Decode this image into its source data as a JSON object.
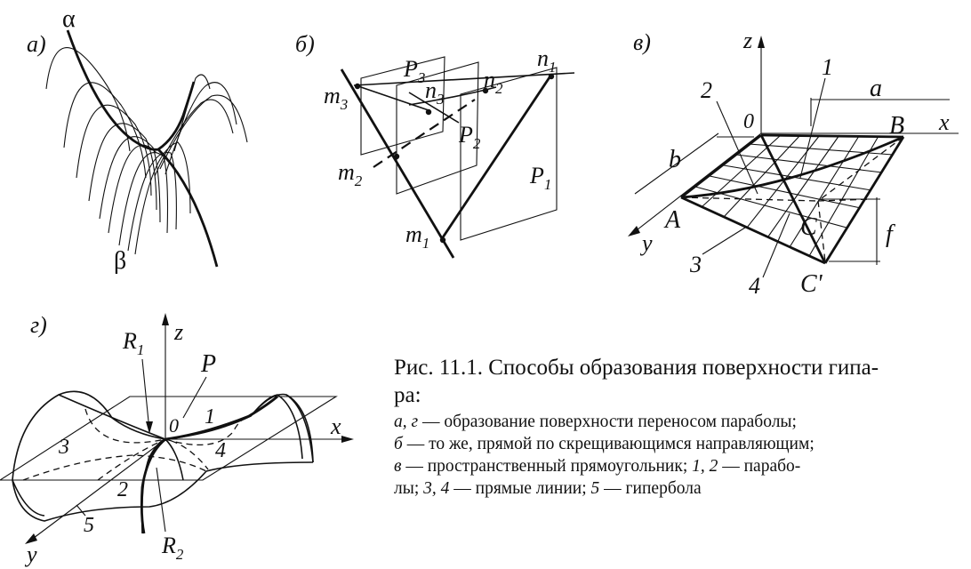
{
  "panels": {
    "a": {
      "label": "а)",
      "curve_alpha": "α",
      "curve_beta": "β"
    },
    "b": {
      "label": "б)",
      "m": "m",
      "n": "n",
      "P": "P",
      "sub1": "1",
      "sub2": "2",
      "sub3": "3"
    },
    "v": {
      "label": "в)",
      "z": "z",
      "x": "x",
      "y": "y",
      "zero": "0",
      "a": "a",
      "b": "b",
      "f": "f",
      "A": "A",
      "B": "B",
      "C": "C",
      "C_prime": "C'",
      "l1": "1",
      "l2": "2",
      "l3": "3",
      "l4": "4"
    },
    "g": {
      "label": "г)",
      "z": "z",
      "x": "x",
      "y": "y",
      "zero": "0",
      "P": "P",
      "R": "R",
      "sub1": "1",
      "sub2": "2",
      "l1": "1",
      "l2": "2",
      "l3": "3",
      "l4": "4",
      "l5": "5"
    }
  },
  "caption": {
    "title_line1": "Рис. 11.1. Способы образования поверхности гипа-",
    "title_line2": "ра:",
    "line1_marks": "а, г",
    "line1_text": " — образование поверхности переносом параболы;",
    "line2_marks": "б",
    "line2_text": " — то же, прямой по скрещивающимся направляющим;",
    "line3_marks": "в",
    "line3_text": " — пространственный прямоугольник; ",
    "line3_num1": "1, 2",
    "line3_text2": " — парабо-",
    "line4_text1": "лы; ",
    "line4_num1": "3, 4",
    "line4_text2": " — прямые линии; ",
    "line4_num2": "5",
    "line4_text3": " — гипербола"
  }
}
